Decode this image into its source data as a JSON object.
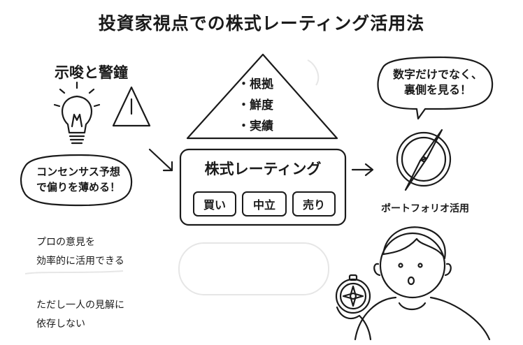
{
  "title": "投資家視点での株式レーティング活用法",
  "warnings": {
    "heading": "示唆と警鐘",
    "icons": [
      "lightbulb-icon",
      "warning-icon"
    ]
  },
  "triangle": {
    "items": [
      "・根拠",
      "・鮮度",
      "・実績"
    ]
  },
  "rating_box": {
    "title": "株式レーティング",
    "buttons": [
      "買い",
      "中立",
      "売り"
    ]
  },
  "left_bubble": {
    "line1": "コンセンサス予想",
    "line2": "で偏りを薄める！"
  },
  "right_bubble": {
    "line1": "数字だけでなく、",
    "line2": "裏側を見る！"
  },
  "portfolio_label": "ポートフォリオ活用",
  "notes": {
    "pro_line1": "プロの意見を",
    "pro_line2": "効率的に活用できる",
    "caution_line1": "ただし一人の見解に",
    "caution_line2": "依存しない"
  }
}
